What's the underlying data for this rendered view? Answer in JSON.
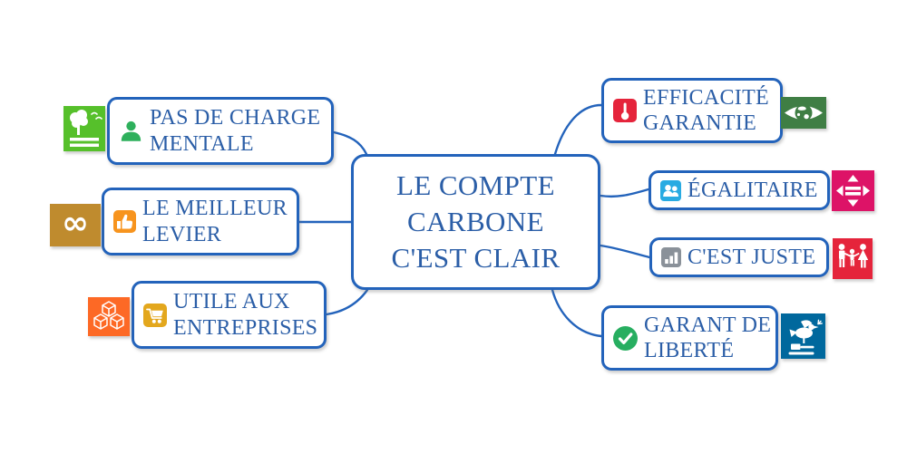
{
  "colors": {
    "line_blue": "#2363BB",
    "text_blue": "#2B5EA7",
    "sdg_nature_green": "#56C02B",
    "sdg_consumption_gold": "#BF8B2E",
    "sdg_industry_orange": "#FD6925",
    "sdg_climate_red": "#E5243B",
    "sdg_equality_magenta": "#DD1367",
    "sdg_poverty_red": "#E5243B",
    "sdg_peace_blue": "#00689D",
    "eye_globe_green": "#3F7E44",
    "person_green": "#2EB05C",
    "thumbs_orange": "#F7941E",
    "cart_gold": "#E3A71D",
    "users_blue": "#29ABE2",
    "chart_gray": "#8A9199",
    "check_green": "#27AE60"
  },
  "center": {
    "label": "LE COMPTE CARBONE C'EST CLAIR",
    "lines": [
      "LE COMPTE",
      "CARBONE",
      "C'EST CLAIR"
    ]
  },
  "branches": {
    "left": [
      {
        "label": "PAS DE CHARGE MENTALE",
        "lines": [
          "PAS DE CHARGE",
          "MENTALE"
        ],
        "inner_icon": "person-icon",
        "outer_icon": "nature-icon"
      },
      {
        "label": "LE MEILLEUR LEVIER",
        "lines": [
          "LE MEILLEUR",
          "LEVIER"
        ],
        "inner_icon": "thumbs-up-icon",
        "outer_icon": "infinity-icon"
      },
      {
        "label": "UTILE AUX ENTREPRISES",
        "lines": [
          "UTILE AUX",
          "ENTREPRISES"
        ],
        "inner_icon": "cart-icon",
        "outer_icon": "cubes-icon"
      }
    ],
    "right": [
      {
        "label": "EFFICACITÉ GARANTIE",
        "lines": [
          "EFFICACITÉ",
          "GARANTIE"
        ],
        "inner_icon": "thermometer-icon",
        "outer_icon": "eye-globe-icon"
      },
      {
        "label": "ÉGALITAIRE",
        "lines": [
          "ÉGALITAIRE"
        ],
        "inner_icon": "users-icon",
        "outer_icon": "equality-icon"
      },
      {
        "label": "C'EST JUSTE",
        "lines": [
          "C'EST JUSTE"
        ],
        "inner_icon": "bar-chart-icon",
        "outer_icon": "family-icon"
      },
      {
        "label": "GARANT DE LIBERTÉ",
        "lines": [
          "GARANT DE",
          "LIBERTÉ"
        ],
        "inner_icon": "check-icon",
        "outer_icon": "dove-icon"
      }
    ]
  }
}
